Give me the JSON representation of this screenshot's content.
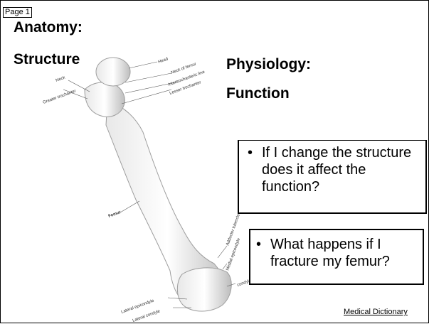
{
  "page_label": "Page 1",
  "headings": {
    "anatomy": "Anatomy:",
    "structure": "Structure",
    "physiology": "Physiology:",
    "function": "Function"
  },
  "bullets": [
    {
      "symbol": "•",
      "text": "If I change the structure does it affect the function?"
    },
    {
      "symbol": "•",
      "text": "What happens if I fracture my femur?"
    }
  ],
  "figure_labels": {
    "head": "Head",
    "neck": "Neck",
    "greater_trochanter": "Greater trochanter",
    "neck_of_femur": "Neck of femur",
    "intertrochanteric_line": "Intertrochanteric line",
    "lesser_trochanter": "Lesser trochanter",
    "femur": "Femur",
    "adductor_tubercle": "Adductor tubercle",
    "medial_epicondyle": "Medial epicondyle",
    "condyle": "condyle",
    "lateral_epicondyle": "Lateral epicondyle",
    "lateral_condyle": "Lateral condyle"
  },
  "footer_link": "Medical Dictionary"
}
